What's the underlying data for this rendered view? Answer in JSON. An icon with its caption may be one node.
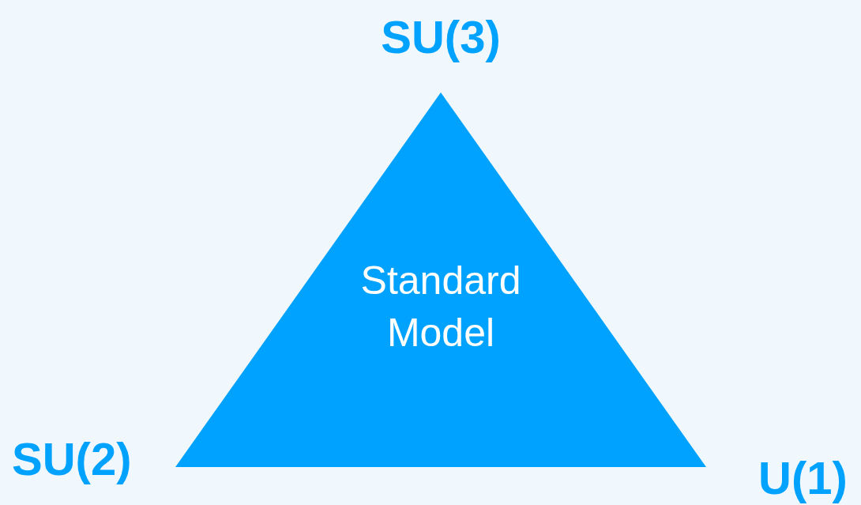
{
  "diagram": {
    "nodes": [
      {
        "text": [
          "Standard Model"
        ]
      }
    ],
    "labels": [
      "SU(3)",
      "SU(2)",
      "U(1)"
    ]
  }
}
